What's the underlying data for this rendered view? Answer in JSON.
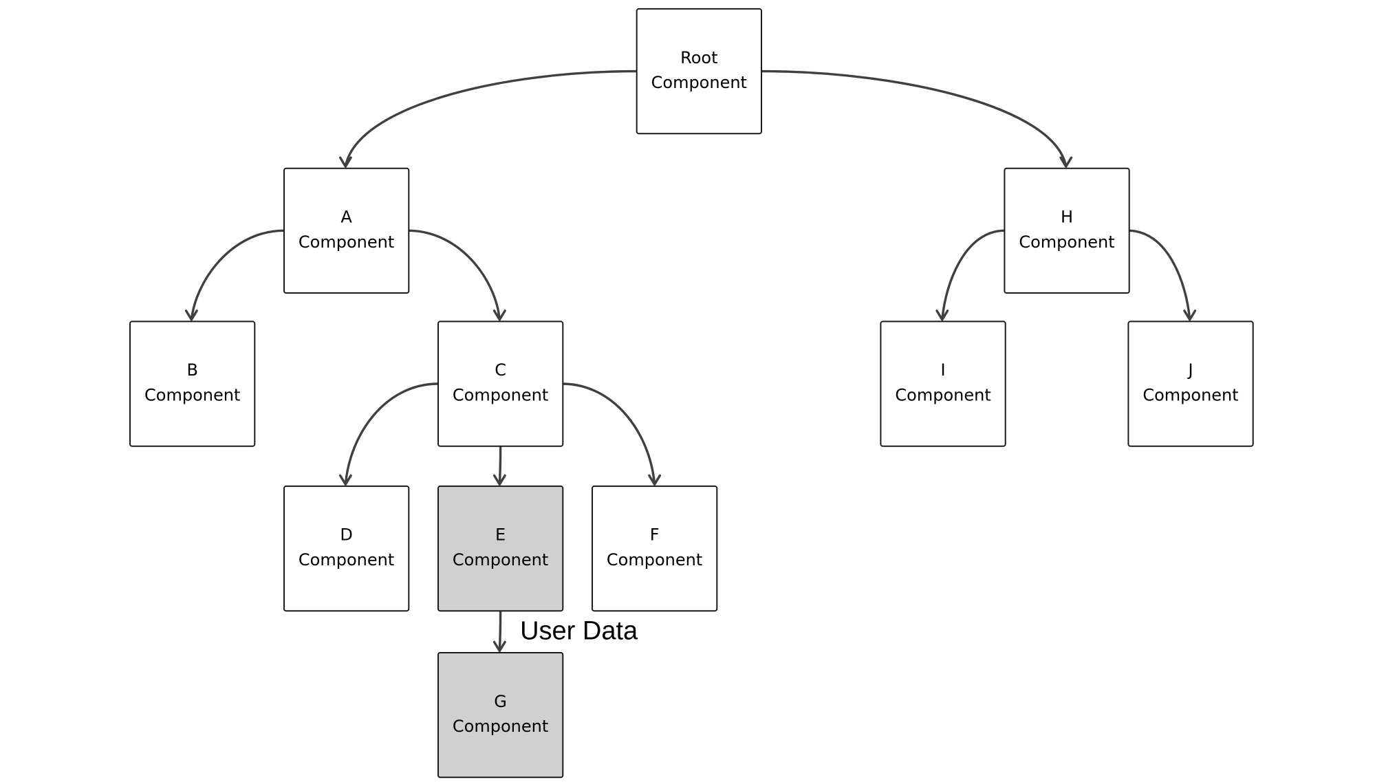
{
  "colors": {
    "default_fill": "#ffffff",
    "highlight_fill": "#d1d0d1",
    "border": "#1a1a1a",
    "edge": "#404040"
  },
  "nodes": [
    {
      "id": "root",
      "line1": "Root",
      "line2": "Component",
      "highlighted": false
    },
    {
      "id": "a",
      "line1": "A",
      "line2": "Component",
      "highlighted": false
    },
    {
      "id": "h",
      "line1": "H",
      "line2": "Component",
      "highlighted": false
    },
    {
      "id": "b",
      "line1": "B",
      "line2": "Component",
      "highlighted": false
    },
    {
      "id": "c",
      "line1": "C",
      "line2": "Component",
      "highlighted": false
    },
    {
      "id": "i",
      "line1": "I",
      "line2": "Component",
      "highlighted": false
    },
    {
      "id": "j",
      "line1": "J",
      "line2": "Component",
      "highlighted": false
    },
    {
      "id": "d",
      "line1": "D",
      "line2": "Component",
      "highlighted": false
    },
    {
      "id": "e",
      "line1": "E",
      "line2": "Component",
      "highlighted": true
    },
    {
      "id": "f",
      "line1": "F",
      "line2": "Component",
      "highlighted": false
    },
    {
      "id": "g",
      "line1": "G",
      "line2": "Component",
      "highlighted": true
    }
  ],
  "edges": [
    {
      "from": "root",
      "to": "a",
      "label": ""
    },
    {
      "from": "root",
      "to": "h",
      "label": ""
    },
    {
      "from": "a",
      "to": "b",
      "label": ""
    },
    {
      "from": "a",
      "to": "c",
      "label": ""
    },
    {
      "from": "h",
      "to": "i",
      "label": ""
    },
    {
      "from": "h",
      "to": "j",
      "label": ""
    },
    {
      "from": "c",
      "to": "d",
      "label": ""
    },
    {
      "from": "c",
      "to": "e",
      "label": ""
    },
    {
      "from": "c",
      "to": "f",
      "label": ""
    },
    {
      "from": "e",
      "to": "g",
      "label": "User Data"
    }
  ]
}
